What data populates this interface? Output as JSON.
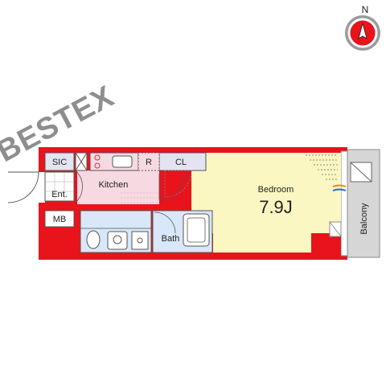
{
  "compass": {
    "label": "N"
  },
  "watermark": {
    "text": "BESTEX"
  },
  "rooms": {
    "sic": "SIC",
    "cl": "CL",
    "kitchen": "Kitchen",
    "refrigerator": "R",
    "entrance": "Ent.",
    "mb": "MB",
    "bath": "Bath",
    "bedroom": "Bedroom",
    "bedroom_size": "7.9J",
    "balcony": "Balcony"
  },
  "colors": {
    "wall": "#e8131b",
    "bedroom_floor": "#fbf7c2",
    "kitchen_floor": "#f7d9e2",
    "bath_floor": "#d8e8f8",
    "closet_floor": "#e3e3f1",
    "balcony_floor": "#d6d6d6",
    "watermark": "#7a7a7a"
  }
}
